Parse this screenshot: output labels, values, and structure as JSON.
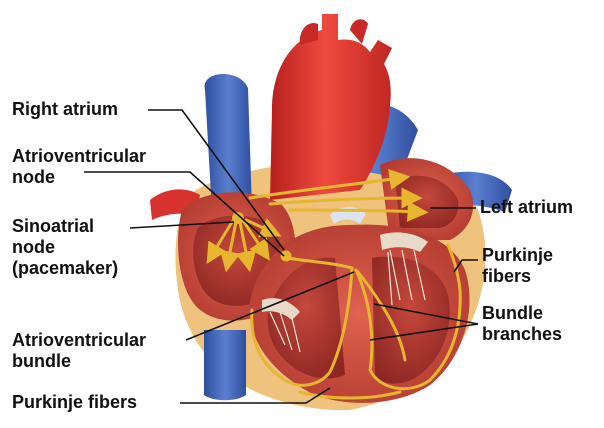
{
  "diagram": {
    "labels": {
      "right_atrium": [
        "Right atrium"
      ],
      "av_node": [
        "Atrioventricular",
        "node"
      ],
      "sa_node": [
        "Sinoatrial",
        "node",
        "(pacemaker)"
      ],
      "av_bundle": [
        "Atrioventricular",
        "bundle"
      ],
      "purkinje_bottom": [
        "Purkinje fibers"
      ],
      "left_atrium": [
        "Left atrium"
      ],
      "purkinje_right": [
        "Purkinje",
        "fibers"
      ],
      "bundle_branches": [
        "Bundle",
        "branches"
      ]
    }
  },
  "colors": {
    "aorta_red": "#d8322f",
    "vein_blue": "#3f63b5",
    "muscle": "#c8473a",
    "chamber": "#a8322d",
    "conduction": "#e7b52f",
    "fat": "#efc27e",
    "leader": "#111111"
  }
}
